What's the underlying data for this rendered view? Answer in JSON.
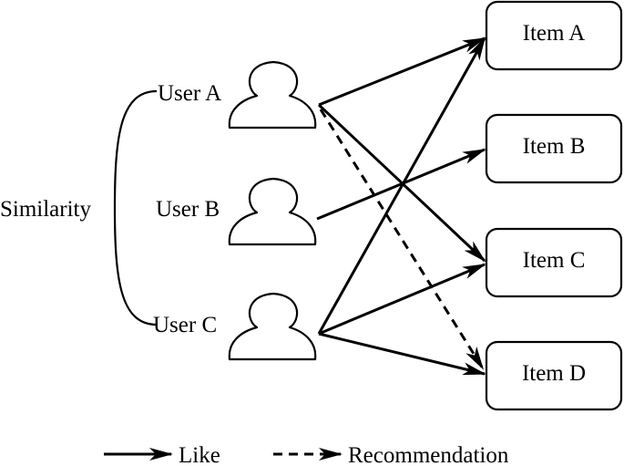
{
  "users": [
    {
      "id": "user-a",
      "label": "User A"
    },
    {
      "id": "user-b",
      "label": "User B"
    },
    {
      "id": "user-c",
      "label": "User C"
    }
  ],
  "items": [
    {
      "id": "item-a",
      "label": "Item A"
    },
    {
      "id": "item-b",
      "label": "Item B"
    },
    {
      "id": "item-c",
      "label": "Item C"
    },
    {
      "id": "item-d",
      "label": "Item D"
    }
  ],
  "similarity_label": "Similarity",
  "edges": [
    {
      "from": "user-a",
      "to": "item-a",
      "type": "like"
    },
    {
      "from": "user-a",
      "to": "item-c",
      "type": "like"
    },
    {
      "from": "user-b",
      "to": "item-b",
      "type": "like"
    },
    {
      "from": "user-c",
      "to": "item-a",
      "type": "like"
    },
    {
      "from": "user-c",
      "to": "item-c",
      "type": "like"
    },
    {
      "from": "user-c",
      "to": "item-d",
      "type": "like"
    },
    {
      "from": "user-a",
      "to": "item-d",
      "type": "recommendation"
    }
  ],
  "legend": {
    "like": "Like",
    "recommendation": "Recommendation"
  }
}
